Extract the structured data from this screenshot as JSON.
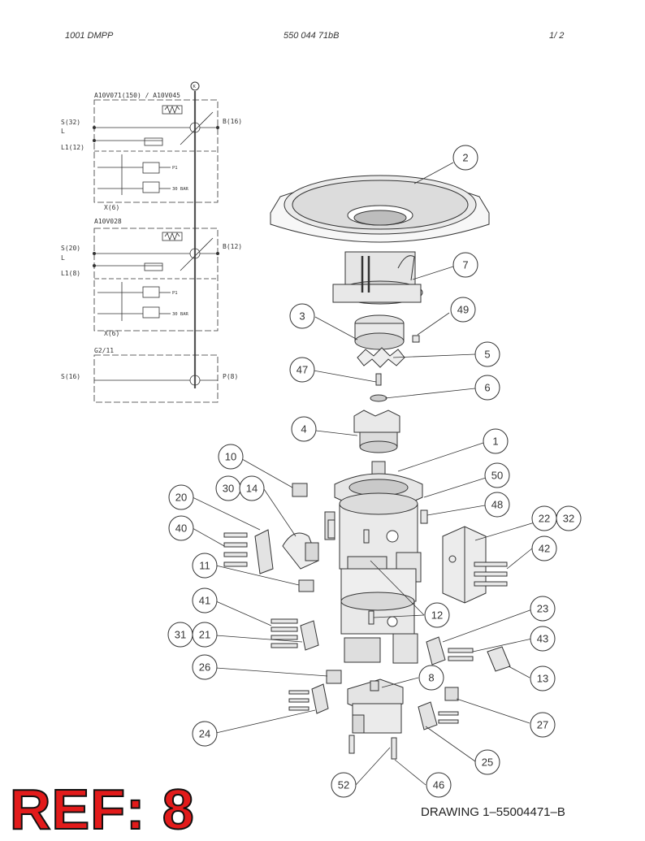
{
  "header": {
    "left": "1001 DMPP",
    "center": "550 044 71bB",
    "right": "1/  2"
  },
  "schematic": {
    "block1": {
      "title": "A10V071(150) / A10V045",
      "suction": "S(32)",
      "leak_l": "L",
      "leak_l1": "L1(12)",
      "pressure": "B(16)",
      "x_port": "X(6)",
      "valve_p1": "P1",
      "valve_bar": "30 BAR"
    },
    "block2": {
      "title": "A10V028",
      "suction": "S(20)",
      "leak_l": "L",
      "leak_l1": "L1(8)",
      "pressure": "B(12)",
      "x_port": "X(6)",
      "valve_p1": "P1",
      "valve_bar": "30 BAR"
    },
    "block3": {
      "title": "G2/11",
      "suction": "S(16)",
      "pressure": "P(8)"
    },
    "shaft_symbol": "K"
  },
  "callouts": {
    "c2": "2",
    "c7": "7",
    "c3": "3",
    "c49": "49",
    "c5": "5",
    "c47": "47",
    "c6": "6",
    "c4": "4",
    "c1": "1",
    "c10": "10",
    "c50": "50",
    "c30": "30",
    "c14": "14",
    "c20": "20",
    "c48": "48",
    "c22": "22",
    "c32": "32",
    "c40": "40",
    "c42": "42",
    "c11": "11",
    "c12": "12",
    "c41": "41",
    "c23": "23",
    "c31": "31",
    "c21": "21",
    "c43": "43",
    "c26": "26",
    "c8": "8",
    "c13": "13",
    "c24": "24",
    "c27": "27",
    "c25": "25",
    "c52": "52",
    "c46": "46"
  },
  "footer": {
    "ref": "REF: 8",
    "drawing": "DRAWING 1–55004471–B"
  },
  "colors": {
    "ref_fill": "#e21b1b",
    "line": "#333333"
  }
}
